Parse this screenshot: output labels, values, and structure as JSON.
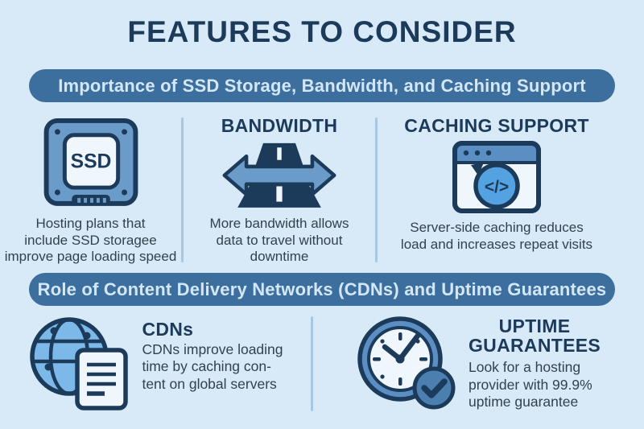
{
  "title": "FEATURES TO CONSIDER",
  "section1": {
    "banner": "Importance of SSD Storage, Bandwidth, and Caching Support",
    "items": [
      {
        "heading": "",
        "icon": "ssd-drive-icon",
        "icon_label": "SSD",
        "text": "Hosting plans that\ninclude SSD storagee\nimprove page loading speed"
      },
      {
        "heading": "BANDWIDTH",
        "icon": "bandwidth-road-arrows-icon",
        "text": "More bandwidth allows\ndata to travel without\ndowntime"
      },
      {
        "heading": "CACHING SUPPORT",
        "icon": "browser-cache-refresh-icon",
        "icon_label": "</>",
        "text": "Server-side caching reduces\nload and increases repeat visits"
      }
    ]
  },
  "section2": {
    "banner": "Role of Content Delivery Networks (CDNs) and Uptime Guarantees",
    "items": [
      {
        "heading": "CDNs",
        "icon": "cdn-globe-document-icon",
        "text": "CDNs improve loading\ntime by caching con-\ntent on global servers"
      },
      {
        "heading": "UPTIME\nGUARANTEES",
        "icon": "clock-check-icon",
        "text": "Look for a hosting\nprovider with 99.9%\nuptime guarantee"
      }
    ]
  },
  "colors": {
    "background": "#d8eaf7",
    "navy": "#1c3a5a",
    "banner_bg": "#3c6e9e",
    "banner_text": "#d3e7f6",
    "body_text": "#33414f",
    "icon_medium_blue": "#6b9cc9",
    "icon_light_blue": "#7cb9e8",
    "icon_bright_blue": "#55a2e2",
    "icon_white": "#f0f7fc",
    "badge_blue": "#4a7fb0",
    "divider": "#a5c9e2"
  }
}
